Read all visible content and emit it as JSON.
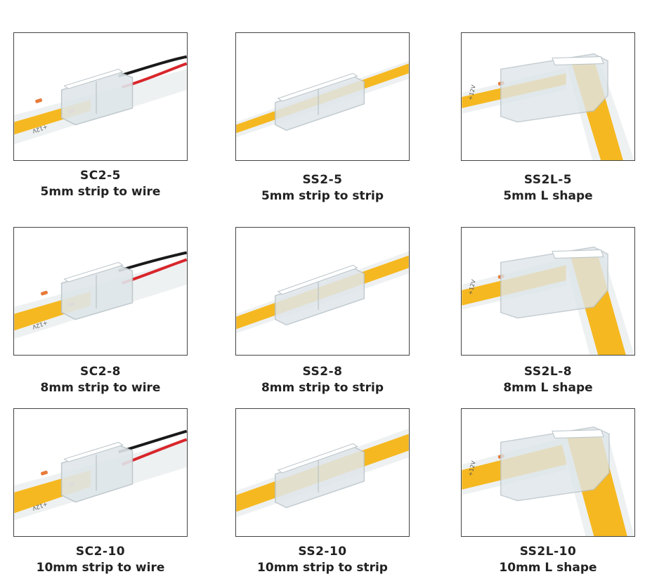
{
  "products": [
    {
      "code": "SC2-5",
      "desc": "5mm strip to wire",
      "kind": "wire",
      "print": "+12V"
    },
    {
      "code": "SS2-5",
      "desc": "5mm strip to strip",
      "kind": "strip"
    },
    {
      "code": "SS2L-5",
      "desc": "5mm L shape",
      "kind": "lshape",
      "print": "+12V"
    },
    {
      "code": "SC2-8",
      "desc": "8mm strip to wire",
      "kind": "wire",
      "print": "+12V"
    },
    {
      "code": "SS2-8",
      "desc": "8mm strip to strip",
      "kind": "strip"
    },
    {
      "code": "SS2L-8",
      "desc": "8mm L shape",
      "kind": "lshape",
      "print": "+12V"
    },
    {
      "code": "SC2-10",
      "desc": "10mm strip to wire",
      "kind": "wire",
      "print": "+12V"
    },
    {
      "code": "SS2-10",
      "desc": "10mm strip to strip",
      "kind": "strip"
    },
    {
      "code": "SS2L-10",
      "desc": "10mm L shape",
      "kind": "lshape",
      "print": "+12V"
    }
  ],
  "colors": {
    "strip": "#f5b820",
    "strip_edge": "#e6a400",
    "pcb": "#eef1f2",
    "pad": "#e77a3a",
    "clip": "#dfe6ea",
    "wire_black": "#1a1a1a",
    "wire_red": "#d8262b"
  }
}
